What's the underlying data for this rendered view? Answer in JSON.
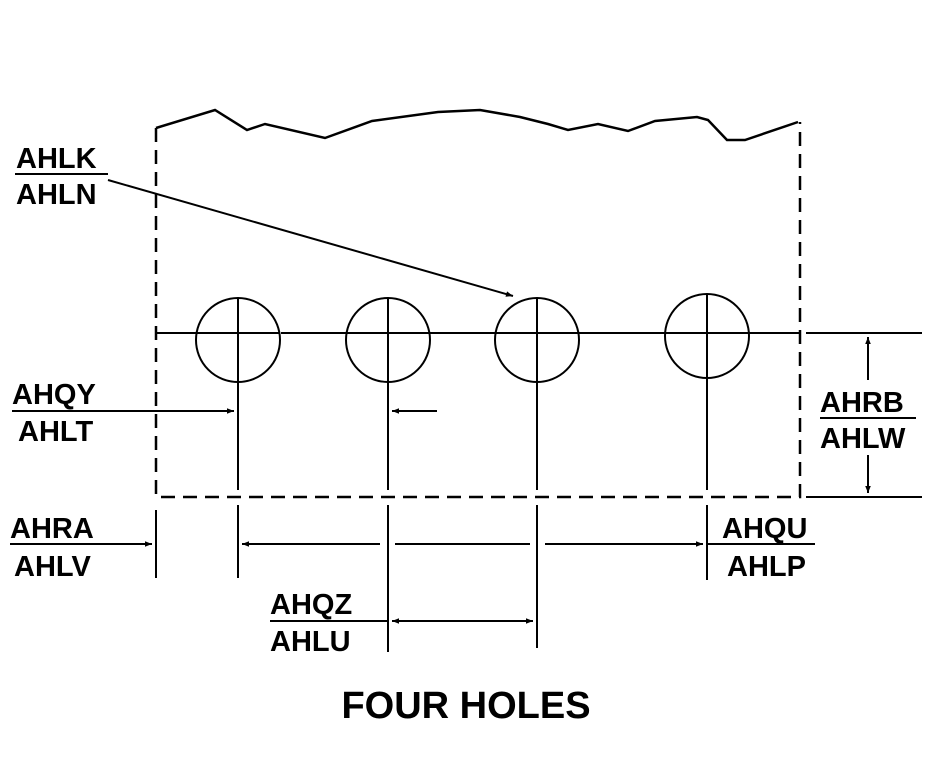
{
  "diagram": {
    "title": "FOUR HOLES",
    "callouts": {
      "hole_diameter": {
        "top": "AHLK",
        "bottom": "AHLN"
      },
      "edge_to_first_hole": {
        "top": "AHQY",
        "bottom": "AHLT"
      },
      "edge_to_hole_row": {
        "top": "AHRB",
        "bottom": "AHLW"
      },
      "edge_offset": {
        "top": "AHRA",
        "bottom": "AHLV"
      },
      "first_to_last_hole": {
        "top": "AHQU",
        "bottom": "AHLP"
      },
      "hole_spacing": {
        "top": "AHQZ",
        "bottom": "AHLU"
      }
    }
  }
}
